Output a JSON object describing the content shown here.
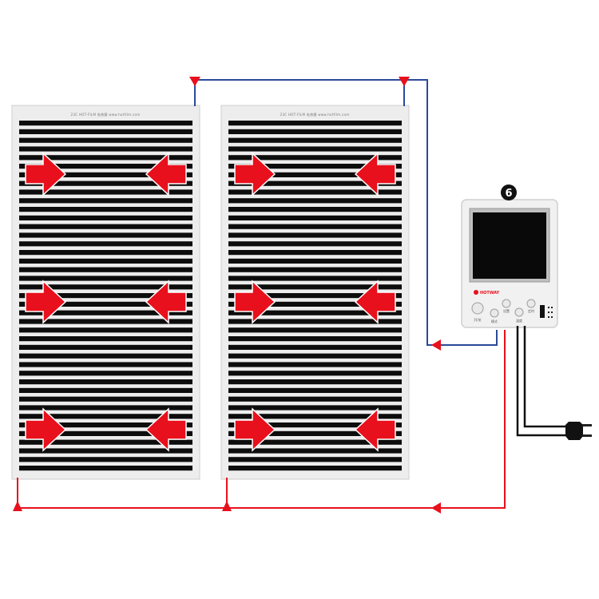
{
  "films": [
    {
      "name": "heating-film-left",
      "header": [
        "23C",
        "HOT-FILM",
        "电热膜",
        "www.hotfilm.com"
      ]
    },
    {
      "name": "heating-film-right",
      "header": [
        "23C",
        "HOT-FILM",
        "电热膜",
        "www.hotfilm.com"
      ]
    }
  ],
  "thermostat": {
    "badge": "6",
    "brand": "HOTWAY",
    "buttons": [
      {
        "label": "开/关"
      },
      {
        "label": "模式"
      },
      {
        "label": "设置"
      },
      {
        "label": "温度"
      },
      {
        "label": "定时"
      }
    ]
  },
  "colors": {
    "film_stripe": "#0d0d0d",
    "film_border": "#ededed",
    "heat_arrow": "#e8101c",
    "wire_red": "#e8101c",
    "wire_blue": "#2a4a9a",
    "wire_black": "#111111",
    "badge": "#111111"
  }
}
